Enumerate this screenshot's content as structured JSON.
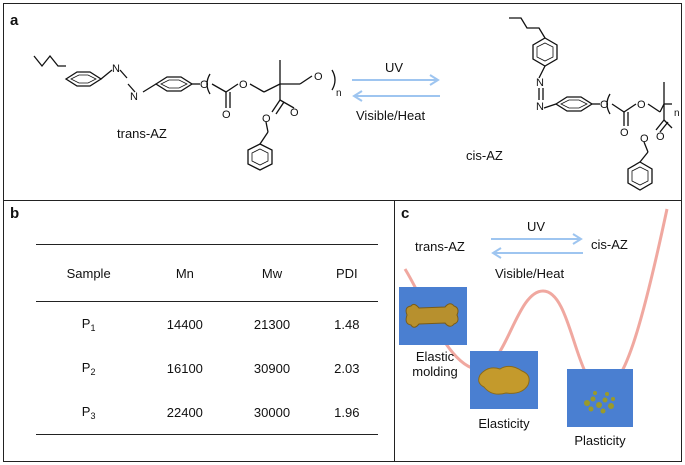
{
  "panel_a": {
    "label": "a",
    "trans_label": "trans-AZ",
    "cis_label": "cis-AZ",
    "forward_label": "UV",
    "reverse_label": "Visible/Heat",
    "subscript_n": "n",
    "atoms": {
      "N": "N",
      "O": "O"
    },
    "arrow_color": "#9ec5f0"
  },
  "panel_b": {
    "label": "b",
    "headers": [
      "Sample",
      "Mn",
      "Mw",
      "PDI"
    ],
    "rows": [
      {
        "sample": "P",
        "sub": "1",
        "mn": "14400",
        "mw": "21300",
        "pdi": "1.48"
      },
      {
        "sample": "P",
        "sub": "2",
        "mn": "16100",
        "mw": "30900",
        "pdi": "2.03"
      },
      {
        "sample": "P",
        "sub": "3",
        "mn": "22400",
        "mw": "30000",
        "pdi": "1.96"
      }
    ]
  },
  "panel_c": {
    "label": "c",
    "trans_label": "trans-AZ",
    "cis_label": "cis-AZ",
    "forward_label": "UV",
    "reverse_label": "Visible/Heat",
    "states": [
      "Elastic molding",
      "Elasticity",
      "Plasticity"
    ],
    "curve_color": "#f0a8a0",
    "photo_color": "#4a7fd1"
  }
}
